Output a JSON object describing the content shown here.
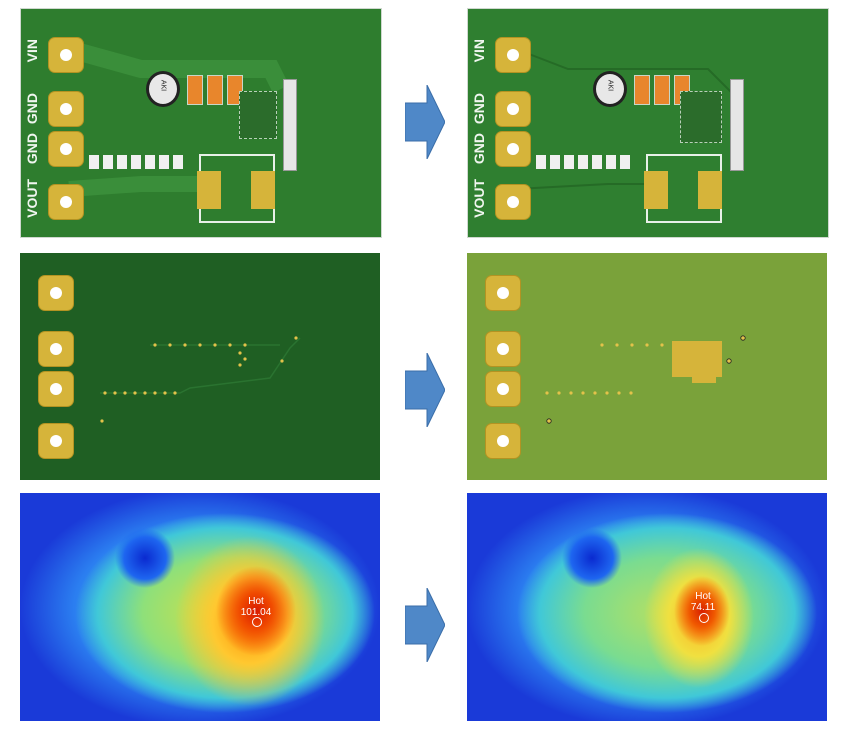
{
  "pin_labels": [
    "VIN",
    "GND",
    "GND",
    "VOUT"
  ],
  "capacitor_marking": "AKI",
  "thermal_before": {
    "label": "Hot",
    "value": "101.04"
  },
  "thermal_after": {
    "label": "Hot",
    "value": "74.11"
  },
  "colors": {
    "pcb_green": "#2e7d2e",
    "pcb_bottom_before": "#1f5f23",
    "pcb_bottom_after": "#7aa23a",
    "pad_gold": "#d6b43a",
    "arrow_blue": "#4f88c8"
  },
  "icons": [
    "right-arrow-icon"
  ]
}
